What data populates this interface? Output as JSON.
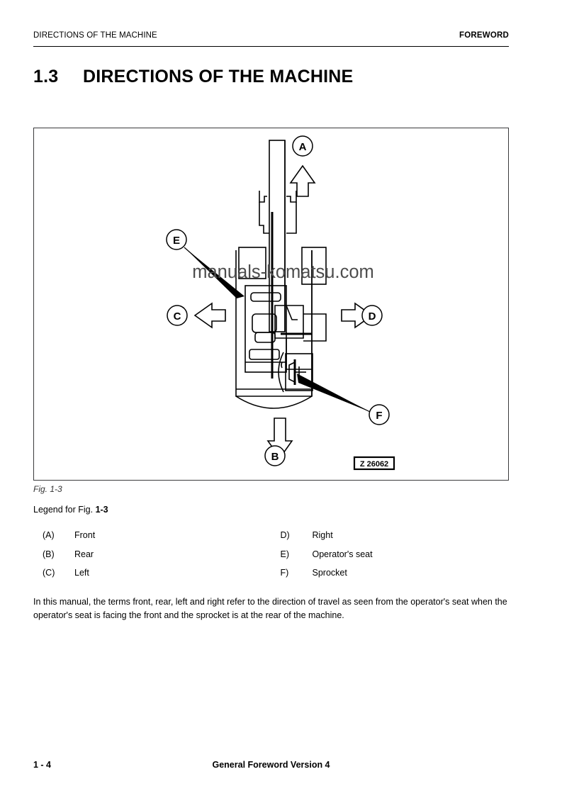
{
  "header": {
    "left": "DIRECTIONS OF THE MACHINE",
    "right": "FOREWORD"
  },
  "title": {
    "number": "1.3",
    "text": "DIRECTIONS OF THE MACHINE"
  },
  "figure": {
    "caption": "Fig. 1-3",
    "legend_title_prefix": "Legend for Fig. ",
    "legend_title_ref": "1-3",
    "code_label": "Z 26062",
    "watermark": "manuals-komatsu.com",
    "callouts": {
      "a": "A",
      "b": "B",
      "c": "C",
      "d": "D",
      "e": "E",
      "f": "F"
    }
  },
  "legend": {
    "rows": [
      {
        "left_key": "(A)",
        "left_val": "Front",
        "right_key": "D)",
        "right_val": "Right"
      },
      {
        "left_key": "(B)",
        "left_val": "Rear",
        "right_key": "E)",
        "right_val": "Operator's seat"
      },
      {
        "left_key": "(C)",
        "left_val": "Left",
        "right_key": "F)",
        "right_val": "Sprocket"
      }
    ]
  },
  "body": {
    "paragraph": "In this manual, the terms front, rear, left and right refer to the direction of travel as seen from the operator's seat when the operator's seat is facing the front and the sprocket is at the rear of the machine."
  },
  "footer": {
    "page": "1 - 4",
    "center": "General Foreword Version 4"
  },
  "colors": {
    "ink": "#000000",
    "frame": "#3a3a3c",
    "watermark": "#4d4d4d"
  }
}
